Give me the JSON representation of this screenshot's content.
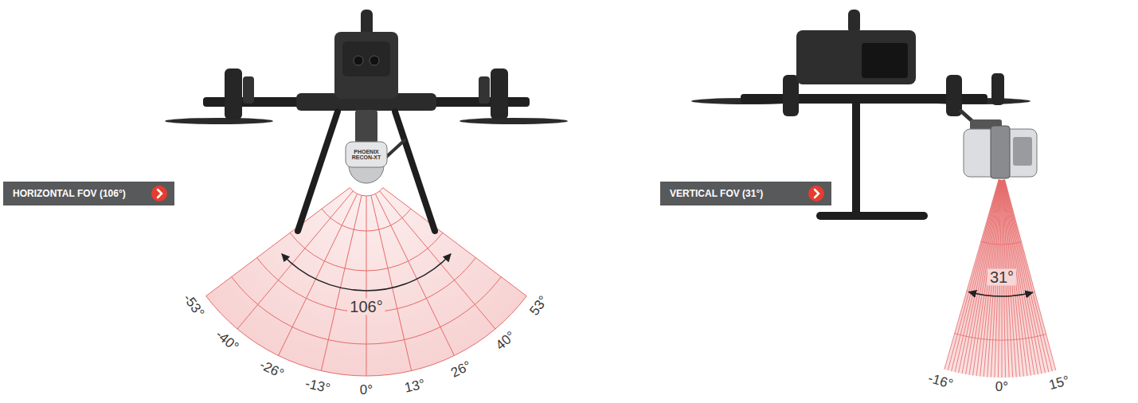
{
  "diagram": {
    "nodes": [
      {
        "text": [
          "HORIZONTAL FOV (106°)"
        ]
      },
      {
        "text": [
          "VERTICAL FOV (31°)"
        ]
      }
    ],
    "labels": [
      "PHOENIX RECON-XT",
      "106°",
      "-53°",
      "-40°",
      "-26°",
      "-13°",
      "0°",
      "13°",
      "26°",
      "40°",
      "53°",
      "31°",
      "-16°",
      "0°",
      "15°"
    ]
  }
}
